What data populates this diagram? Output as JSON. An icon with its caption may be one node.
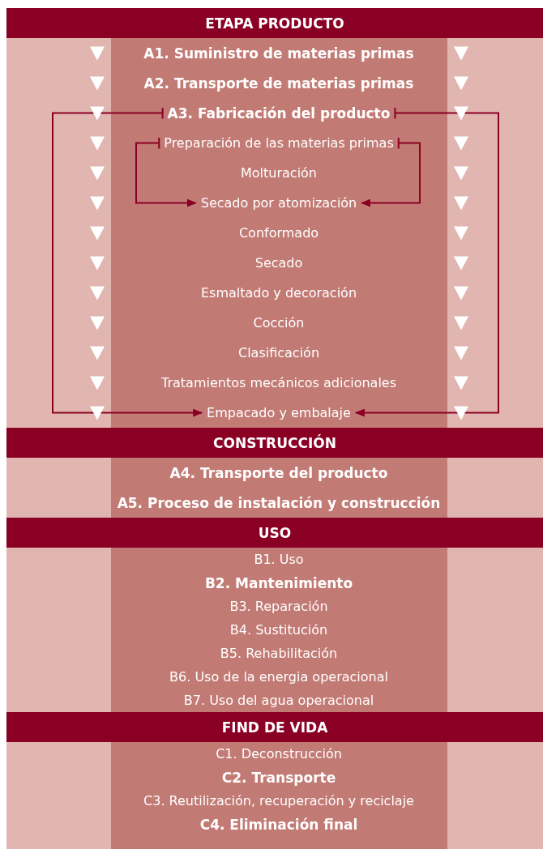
{
  "diagram": {
    "nodes": [
      {
        "text": [
          "ETAPA PRODUCTO"
        ]
      },
      {
        "text": [
          "A1. Suministro de materias primas"
        ]
      },
      {
        "text": [
          "A2. Transporte de materias primas"
        ]
      },
      {
        "text": [
          "A3. Fabricación del producto"
        ]
      },
      {
        "text": [
          "Preparación de las materias primas"
        ]
      },
      {
        "text": [
          "Molturación"
        ]
      },
      {
        "text": [
          "Secado por atomización"
        ]
      },
      {
        "text": [
          "Conformado"
        ]
      },
      {
        "text": [
          "Secado"
        ]
      },
      {
        "text": [
          "Esmaltado y decoración"
        ]
      },
      {
        "text": [
          "Cocción"
        ]
      },
      {
        "text": [
          "Clasificación"
        ]
      },
      {
        "text": [
          "Tratamientos mecánicos adicionales"
        ]
      },
      {
        "text": [
          "Empacado y embalaje"
        ]
      },
      {
        "text": [
          "CONSTRUCCIÓN"
        ]
      },
      {
        "text": [
          "A4. Transporte del producto"
        ]
      },
      {
        "text": [
          "A5. Proceso de instalación y construcción"
        ]
      },
      {
        "text": [
          "USO"
        ]
      },
      {
        "text": [
          "B1. Uso"
        ]
      },
      {
        "text": [
          "B2. Mantenimiento"
        ]
      },
      {
        "text": [
          "B3. Reparación"
        ]
      },
      {
        "text": [
          "B4. Sustitución"
        ]
      },
      {
        "text": [
          "B5. Rehabilitación"
        ]
      },
      {
        "text": [
          "B6. Uso de la energia operacional"
        ]
      },
      {
        "text": [
          "B7. Uso del agua operacional"
        ]
      },
      {
        "text": [
          "FIND DE VIDA"
        ]
      },
      {
        "text": [
          "C1. Deconstrucción"
        ]
      },
      {
        "text": [
          "C2. Transporte"
        ]
      },
      {
        "text": [
          "C3. Reutilización, recuperación y reciclaje"
        ]
      },
      {
        "text": [
          "C4. Eliminación final"
        ]
      }
    ],
    "edges": [
      {
        "from": 3,
        "to": 13,
        "arrow": "to"
      },
      {
        "from": 3,
        "to": 13,
        "arrow": "to"
      },
      {
        "from": 4,
        "to": 6,
        "arrow": "to"
      },
      {
        "from": 4,
        "to": 6,
        "arrow": "to"
      }
    ]
  }
}
